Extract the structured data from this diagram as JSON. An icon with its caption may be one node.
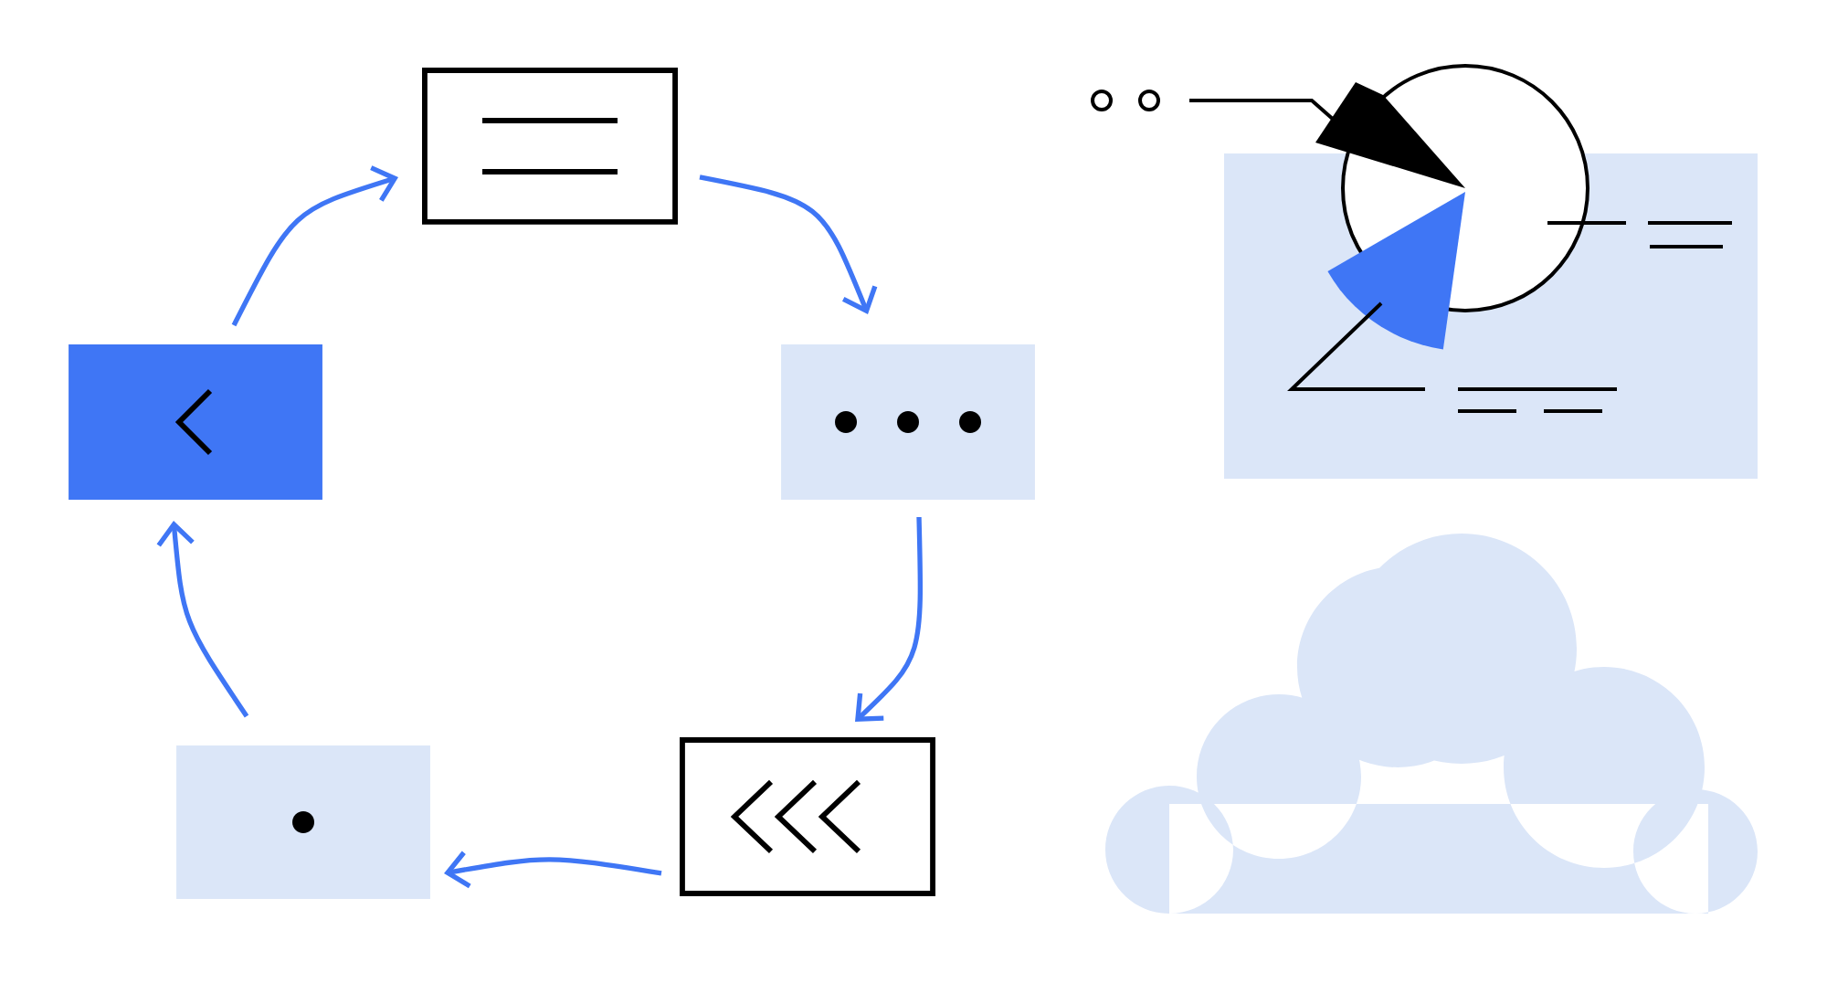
{
  "diagram": {
    "nodes": [
      {
        "text": [],
        "shape": "box"
      },
      {
        "text": [],
        "shape": "box"
      },
      {
        "text": [],
        "shape": "box"
      },
      {
        "text": [],
        "shape": "box"
      },
      {
        "text": [],
        "shape": "box"
      }
    ],
    "edges": [
      {
        "from": 0,
        "to": 2,
        "arrow": "to"
      },
      {
        "from": 2,
        "to": 4,
        "arrow": "to"
      },
      {
        "from": 4,
        "to": 3,
        "arrow": "to"
      },
      {
        "from": 3,
        "to": 1,
        "arrow": "to"
      },
      {
        "from": 1,
        "to": 0,
        "arrow": "to"
      }
    ]
  }
}
